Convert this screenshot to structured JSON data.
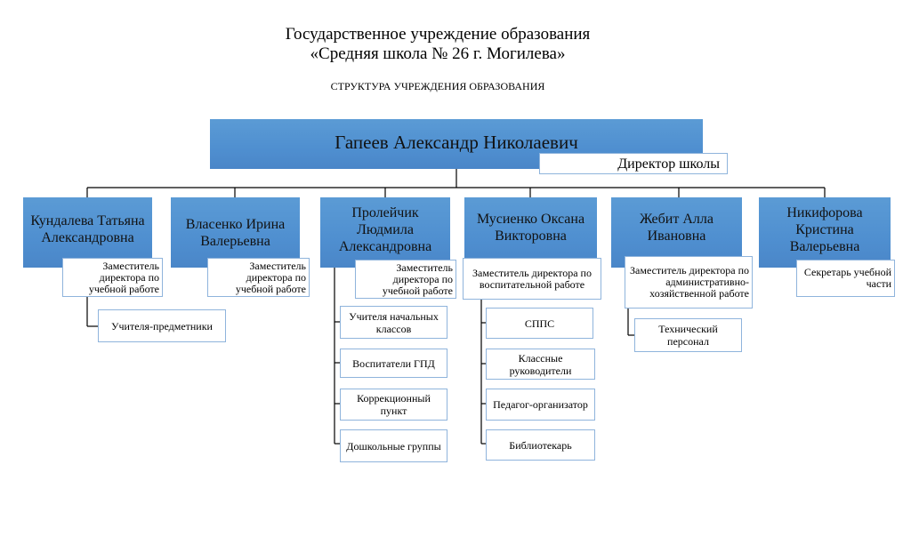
{
  "header": {
    "line1": "Государственное учреждение образования",
    "line2": "«Средняя школа № 26 г. Могилева»",
    "subtitle": "СТРУКТУРА УЧРЕЖДЕНИЯ ОБРАЗОВАНИЯ"
  },
  "director": {
    "name": "Гапеев Александр Николаевич",
    "role": "Директор школы"
  },
  "deputies": [
    {
      "name": "Кундалева Татьяна Александровна",
      "role": "Заместитель директора по учебной работе"
    },
    {
      "name": "Власенко Ирина Валерьевна",
      "role": "Заместитель директора по учебной работе"
    },
    {
      "name": "Пролейчик Людмила Александровна",
      "role": "Заместитель директора по учебной работе"
    },
    {
      "name": "Мусиенко Оксана Викторовна",
      "role": "Заместитель директора по воспитательной работе"
    },
    {
      "name": "Жебит Алла Ивановна",
      "role": "Заместитель директора по административно-хозяйственной работе"
    },
    {
      "name": "Никифорова Кристина Валерьевна",
      "role": "Секретарь учебной части"
    }
  ],
  "subunits": {
    "teachers": "Учителя-предметники",
    "col3": [
      "Учителя начальных классов",
      "Воспитатели ГПД",
      "Коррекционный пункт",
      "Дошкольные группы"
    ],
    "col4": [
      "СППС",
      "Классные руководители",
      "Педагог-организатор",
      "Библиотекарь"
    ],
    "col5": [
      "Технический персонал"
    ]
  }
}
